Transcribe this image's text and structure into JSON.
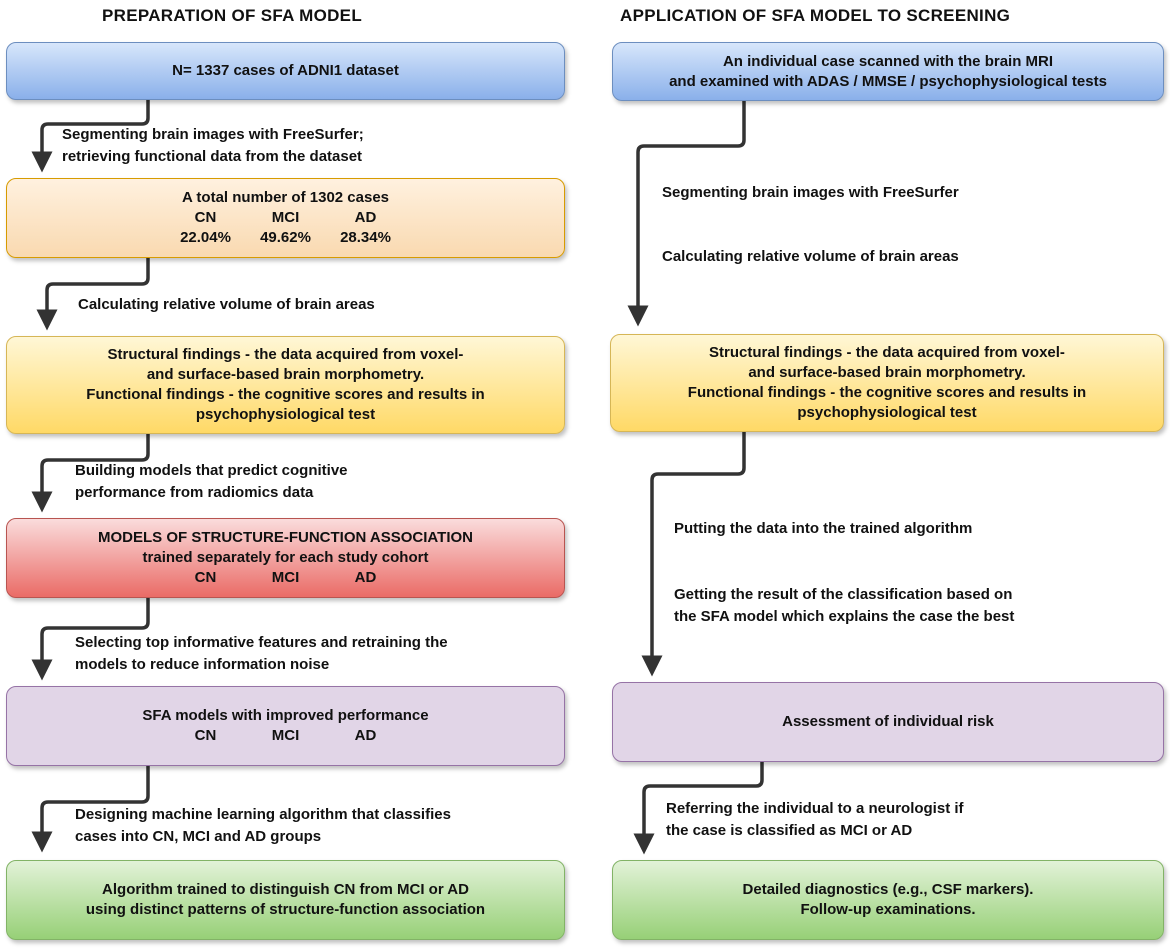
{
  "left_column": {
    "heading": "PREPARATION OF SFA MODEL",
    "box1": {
      "line1": "N= 1337 cases of ADNI1 dataset"
    },
    "step1": {
      "line1": "Segmenting brain images with FreeSurfer;",
      "line2": "retrieving functional data from the dataset"
    },
    "box2": {
      "line1": "A total number of 1302 cases",
      "cohorts": [
        "CN",
        "MCI",
        "AD"
      ],
      "percents": [
        "22.04%",
        "49.62%",
        "28.34%"
      ]
    },
    "step2": {
      "line1": "Calculating relative volume of brain areas"
    },
    "box3": {
      "line1": "Structural findings - the data acquired from voxel-",
      "line2": "and surface-based brain morphometry.",
      "line3": "Functional findings - the cognitive scores and results in",
      "line4": "psychophysiological test"
    },
    "step3": {
      "line1": "Building models that predict cognitive",
      "line2": "performance from radiomics data"
    },
    "box4": {
      "line1": "MODELS OF STRUCTURE-FUNCTION ASSOCIATION",
      "line2": "trained separately for each study cohort",
      "cohorts": [
        "CN",
        "MCI",
        "AD"
      ]
    },
    "step4": {
      "line1": "Selecting top informative features and retraining the",
      "line2": "models to reduce information noise"
    },
    "box5": {
      "line1": "SFA models with improved performance",
      "cohorts": [
        "CN",
        "MCI",
        "AD"
      ]
    },
    "step5": {
      "line1": "Designing machine learning algorithm that classifies",
      "line2": "cases into CN, MCI and AD groups"
    },
    "box6": {
      "line1": "Algorithm trained to distinguish CN from MCI or AD",
      "line2": "using distinct patterns of structure-function association"
    }
  },
  "right_column": {
    "heading": "APPLICATION OF SFA MODEL TO SCREENING",
    "box1": {
      "line1": "An individual case scanned with the brain MRI",
      "line2": "and examined with ADAS / MMSE / psychophysiological tests"
    },
    "step1a": {
      "line1": "Segmenting brain images with FreeSurfer"
    },
    "step1b": {
      "line1": "Calculating relative volume of brain areas"
    },
    "box2": {
      "line1": "Structural findings - the data acquired from voxel-",
      "line2": "and surface-based brain morphometry.",
      "line3": "Functional findings - the cognitive scores and results in",
      "line4": "psychophysiological test"
    },
    "step2a": {
      "line1": "Putting the data into the trained algorithm"
    },
    "step2b": {
      "line1": "Getting the result of the classification based on",
      "line2": "the SFA model which explains the case the best"
    },
    "box3": {
      "line1": "Assessment of individual risk"
    },
    "step3": {
      "line1": "Referring  the individual to a neurologist if",
      "line2": "the case is classified as MCI or AD"
    },
    "box4": {
      "line1": "Detailed diagnostics (e.g., CSF markers).",
      "line2": "Follow-up examinations."
    }
  },
  "colors": {
    "blue": "#dae8fc",
    "orange": "#ffe6cc",
    "yellow": "#fff2cc",
    "red": "#f8cecc",
    "purple": "#e1d5e7",
    "green": "#d5e8d4",
    "arrow": "#333333"
  }
}
